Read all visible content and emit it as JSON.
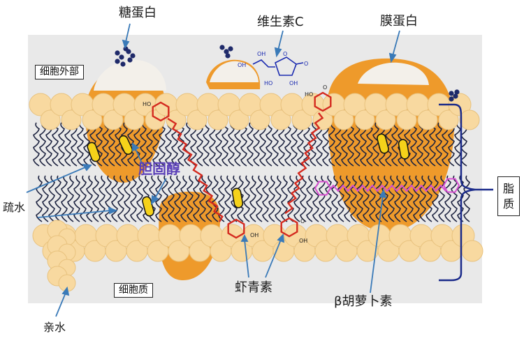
{
  "labels": {
    "glycoprotein": "糖蛋白",
    "vitamin_c": "维生素C",
    "membrane_protein": "膜蛋白",
    "outside_cell": "细胞外部",
    "cholesterol": "胆固醇",
    "hydrophobic": "疏水",
    "lipid_line1": "脂",
    "lipid_line2": "质",
    "cytoplasm": "细胞质",
    "astaxanthin": "虾青素",
    "beta_carotene": "β胡萝卜素",
    "hydrophilic": "亲水"
  },
  "molecule_atoms": {
    "oh": "OH",
    "ho": "HO",
    "o": "O"
  },
  "colors": {
    "panel_bg": "#e9e9e9",
    "head_fill": "#f8d9a0",
    "head_stroke": "#e8c27e",
    "protein_orange": "#ee9a2b",
    "protein_top": "#f3f0ea",
    "tail_stroke": "#1d2340",
    "arrow_blue": "#3a7ab8",
    "astaxanthin_red": "#d42a1f",
    "carotene_magenta": "#d74fd1",
    "cholesterol_yellow": "#f5d21a",
    "sugar_navy": "#1f2a6a",
    "bracket_navy": "#1a2a8a",
    "vitc_blue": "#1a2ab0"
  }
}
